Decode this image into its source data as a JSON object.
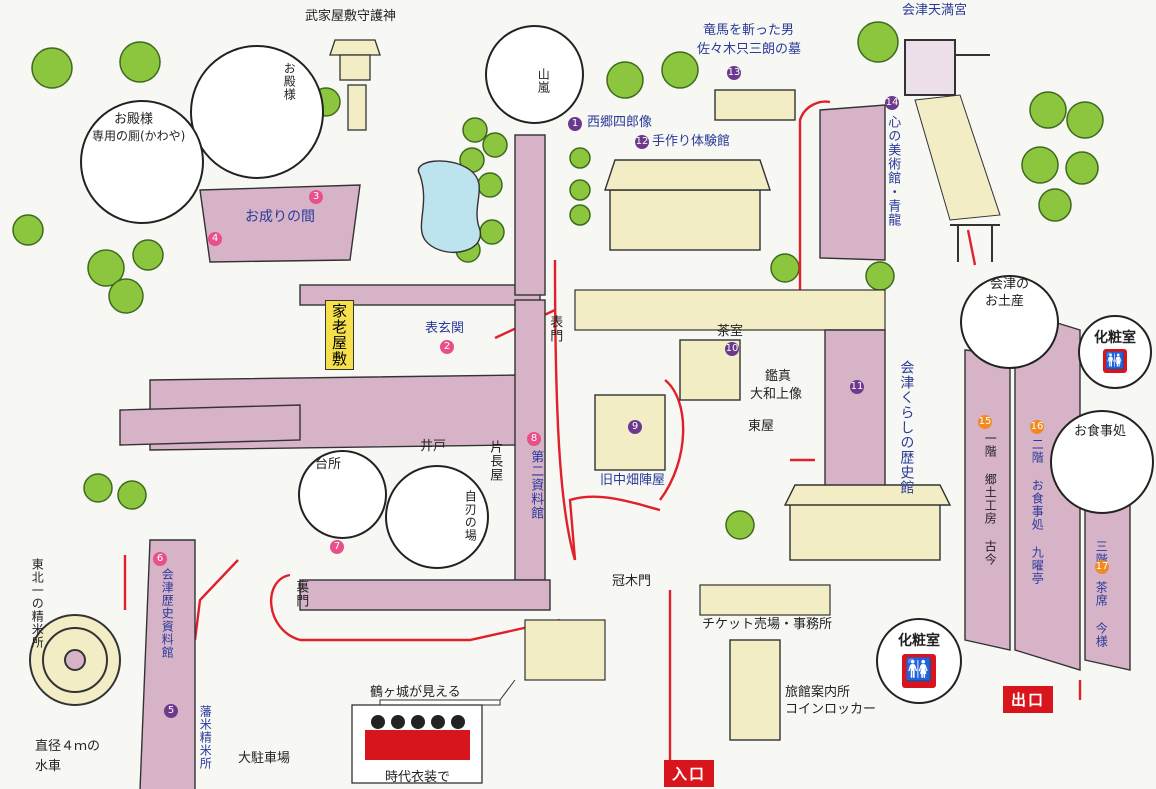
{
  "labels": {
    "shrine_guard": "武家屋敷守護神",
    "otono_sama": "お殿様",
    "lord_toilet_1": "お殿様",
    "lord_toilet_2": "専用の厠(かわや)",
    "onari": "お成りの間",
    "yamaarashi": "山嵐",
    "saigo": "西郷四郎像",
    "tezukuri": "手作り体験館",
    "ryoma_1": "竜馬を斬った男",
    "ryoma_2": "佐々木只三朗の墓",
    "tenmangu": "会津天満宮",
    "kokoro": "心の美術館・青龍",
    "omiyage_1": "会津の",
    "omiyage_2": "お土産",
    "keshoushitsu_top": "化粧室",
    "keshoushitsu_bottom": "化粧室",
    "karou": "家老屋敷",
    "omote_genkan": "表玄関",
    "omote_mon": "表門",
    "chashitsu": "茶室",
    "kanshin": "鑑真",
    "yamato": "大和上像",
    "kurashi": "会津くらしの歴史館",
    "adzumaya": "東屋",
    "kyunaka": "旧中畑陣屋",
    "dai2_shiryo": "第二資料館",
    "katanagaya": "片長屋",
    "ido": "井戸",
    "jijin": "自刃の場",
    "daidokoro": "台所",
    "uramon": "裏門",
    "kanmon": "冠木門",
    "ticket": "チケット売場・事務所",
    "ryokan_1": "旅館案内所",
    "ryokan_2": "コインロッカー",
    "tsurugajo": "鶴ヶ城が見える",
    "jidai": "時代衣装で",
    "touhoku": "東北一の精米所",
    "aizu_rekishi": "会津歴史資料館",
    "hanmai": "藩米精米所",
    "suisha_1": "直径４ｍの",
    "suisha_2": "水車",
    "chuushajou": "大駐車場",
    "kyodo": "一階 郷土工房 古今",
    "shokuji_dokoro": "お食事処",
    "shokuji_v": "二階 お食事処 九曜亭",
    "sanjiki": "三階 茶席 今様",
    "iriguchi": "入口",
    "deguchi": "出口"
  },
  "numbers": {
    "n1": "1",
    "n2": "2",
    "n3": "3",
    "n4": "4",
    "n5": "5",
    "n6": "6",
    "n7": "7",
    "n8": "8",
    "n9": "9",
    "n10": "10",
    "n11": "11",
    "n12": "12",
    "n13": "13",
    "n14": "14",
    "n15": "15",
    "n16": "16",
    "n17": "17"
  },
  "colors": {
    "route": "#e0202a",
    "tree": "#8cc63f",
    "roof": "#d7b3c8",
    "wall": "#f3edc6",
    "accent_pink": "#e8508a",
    "accent_purple": "#6b3a8e"
  },
  "icons": {
    "toilet": "restroom-icon",
    "tree": "tree-icon",
    "waterwheel": "waterwheel-icon"
  }
}
